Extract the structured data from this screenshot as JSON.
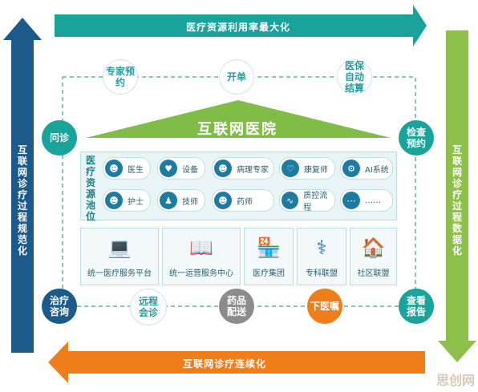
{
  "top_arrow": "医疗资源利用率最大化",
  "bottom_arrow": "互联网诊疗连续化",
  "left_arrow": "互联网诊疗过程规范化",
  "right_arrow": "互联网诊疗过程数据化",
  "roof_title": "互联网医院",
  "pool_title": "医疗资源池位",
  "top_nodes": [
    "专家预约",
    "开单",
    "医保自动结算"
  ],
  "side_nodes": {
    "left": "问诊",
    "right": "检查预约"
  },
  "bottom_nodes": [
    "治疗咨询",
    "远程会诊",
    "药品配送",
    "下医嘱",
    "查看报告"
  ],
  "resources_row1": [
    "医生",
    "设备",
    "病理专家",
    "康复师",
    "AI系统"
  ],
  "resources_row2": [
    "护士",
    "技师",
    "药师",
    "质控流程",
    "……"
  ],
  "platforms": [
    "统一医疗服务平台",
    "统一运营服务中心",
    "医疗集团",
    "专科联盟",
    "社区联盟"
  ],
  "logo": "思创网",
  "colors": {
    "teal": "#1aa39a",
    "navy": "#1d5a8c",
    "green": "#8dc04a",
    "orange": "#ef7d1a",
    "gray": "#8c8c8c"
  }
}
